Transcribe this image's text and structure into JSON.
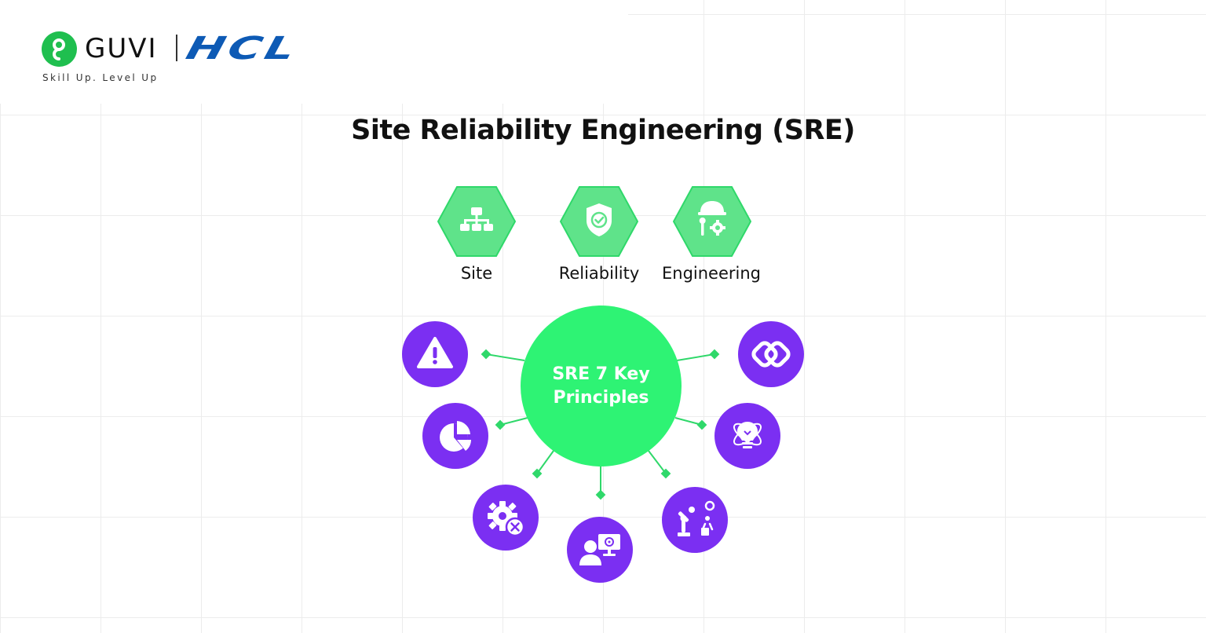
{
  "brand": {
    "name": "GUVI",
    "partner": "HCL",
    "tagline": "Skill Up. Level Up",
    "colors": {
      "guvi_green": "#1fbf4f",
      "hcl_blue": "#0d5ab5"
    }
  },
  "title": "Site Reliability Engineering (SRE)",
  "hexagons": [
    {
      "label": "Site",
      "icon": "hierarchy-icon"
    },
    {
      "label": "Reliability",
      "icon": "shield-check-icon"
    },
    {
      "label": "Engineering",
      "icon": "hardhat-tools-icon"
    }
  ],
  "hub": {
    "line1": "SRE 7 Key",
    "line2": "Principles"
  },
  "principle_icons": [
    "warning-icon",
    "pie-chart-icon",
    "gear-error-icon",
    "engineer-monitor-icon",
    "robot-arm-icon",
    "lightbulb-atom-icon",
    "link-chain-icon"
  ],
  "colors": {
    "hex_fill": "#5fe38a",
    "hex_stroke": "#2fd86a",
    "hub": "#2ef374",
    "node": "#7b2ff2",
    "connector": "#2fd86a"
  }
}
